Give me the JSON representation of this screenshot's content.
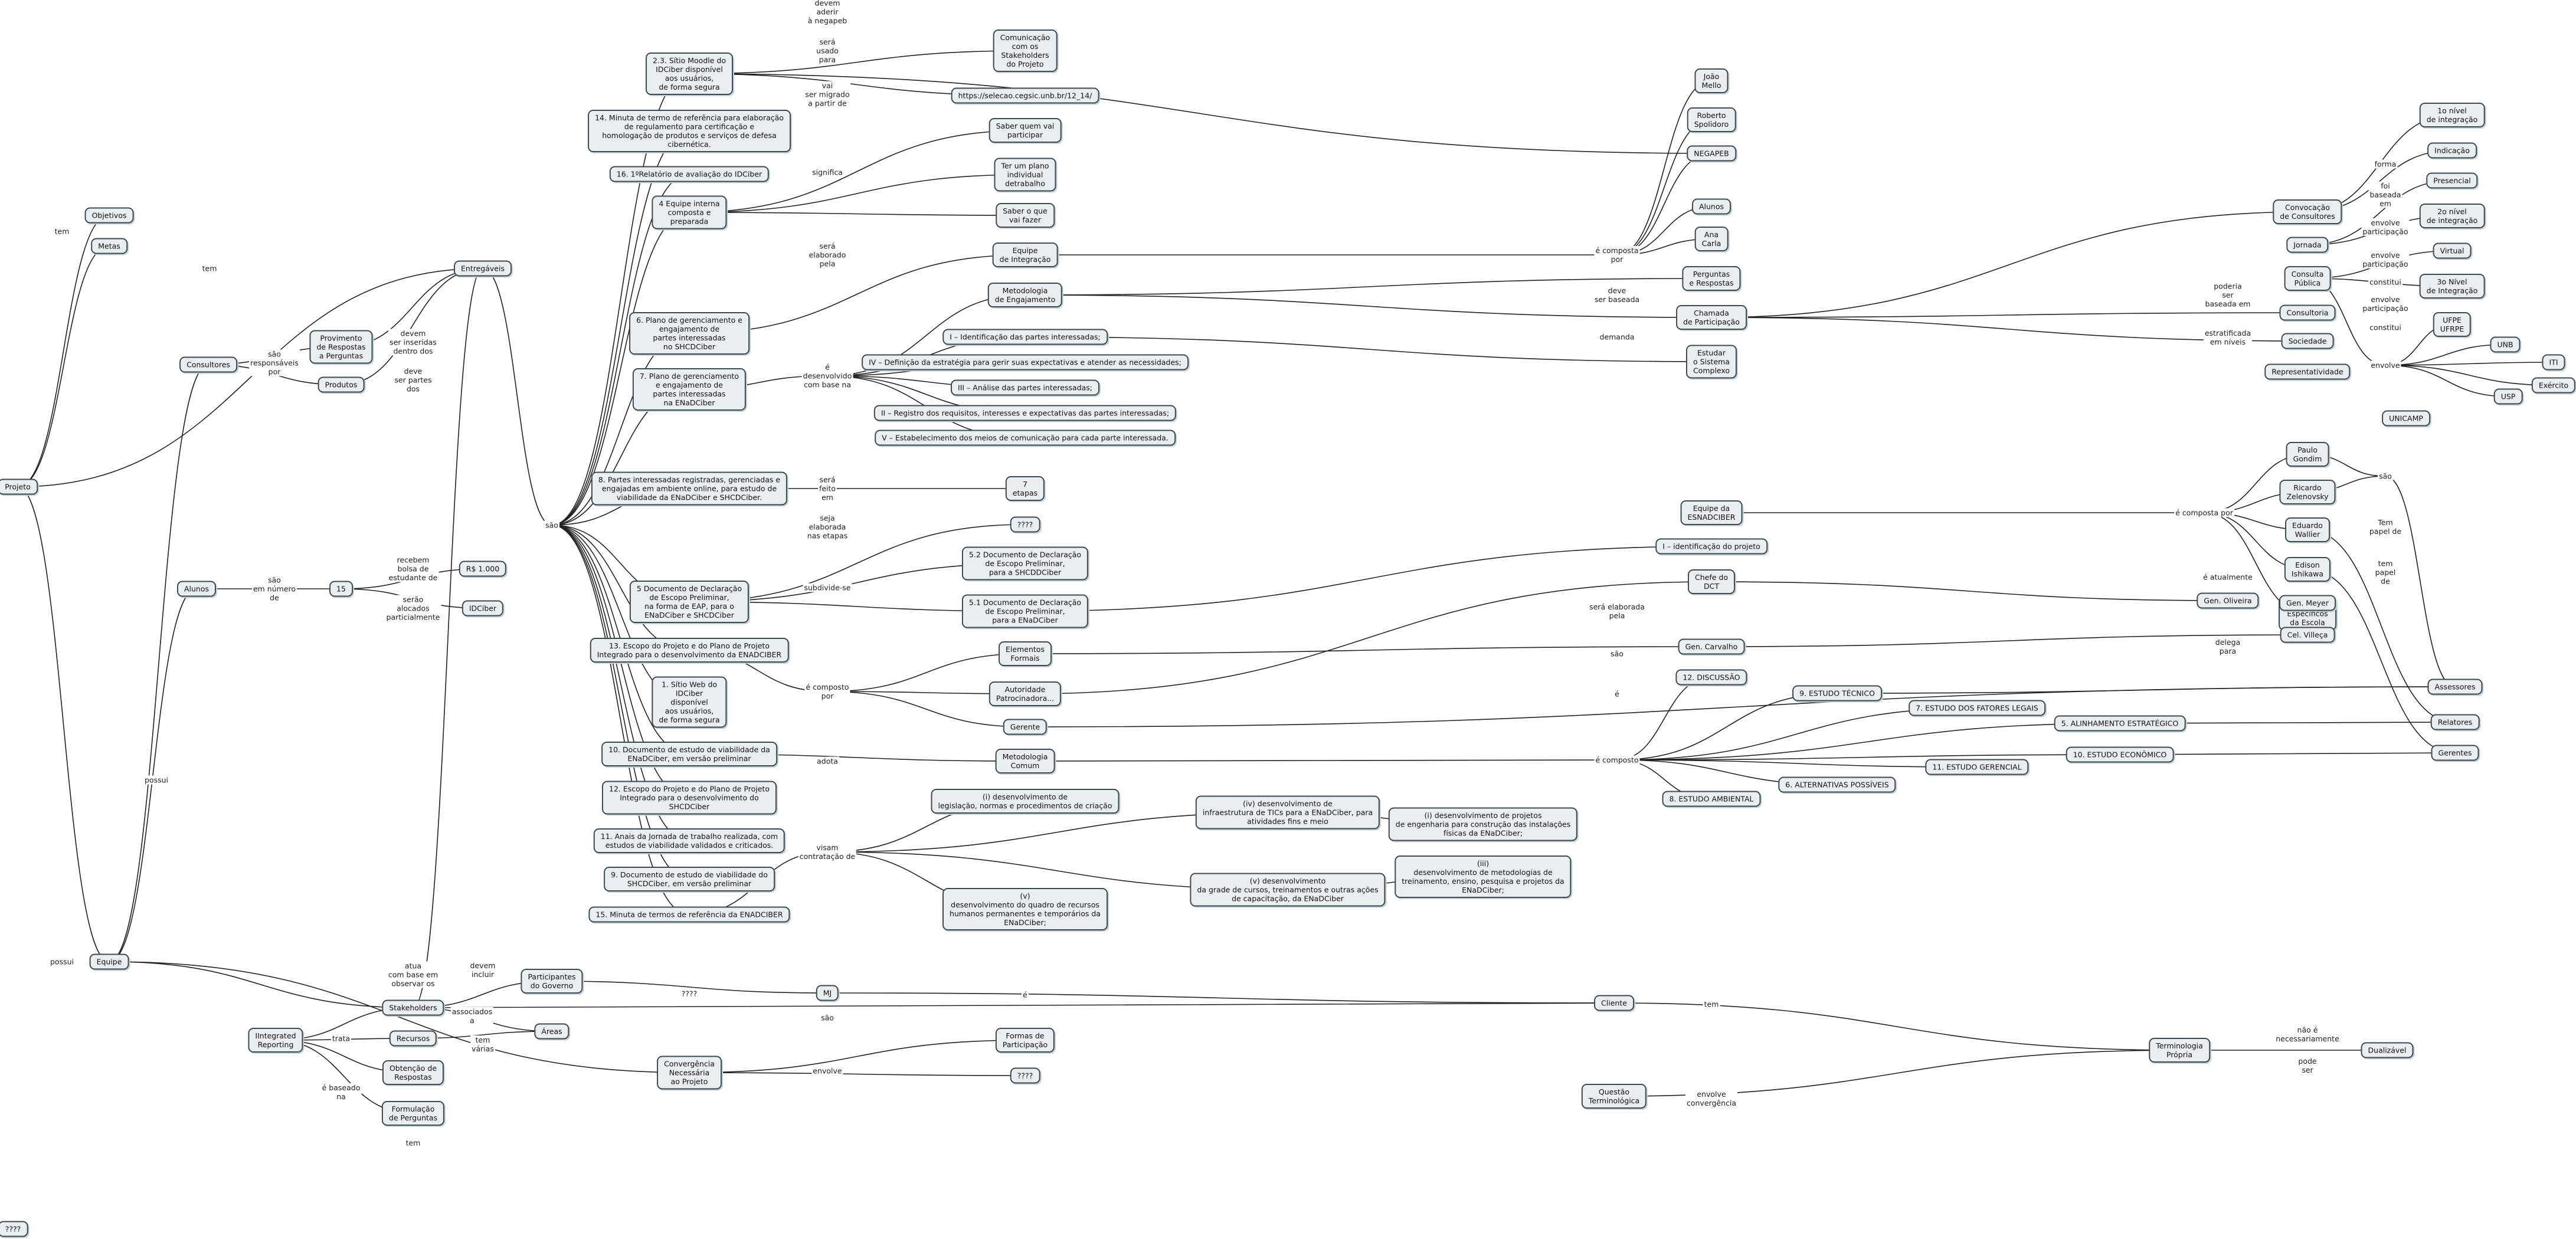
{
  "nodes": [
    {
      "id": "projeto",
      "text": "Projeto"
    },
    {
      "id": "objetivos",
      "text": "Objetivos"
    },
    {
      "id": "metas",
      "text": "Metas"
    },
    {
      "id": "entregaveis",
      "text": "Entregáveis"
    },
    {
      "id": "consultores",
      "text": "Consultores"
    },
    {
      "id": "provimento",
      "text": "Provimento\nde Respostas\na Perguntas"
    },
    {
      "id": "produtos",
      "text": "Produtos"
    },
    {
      "id": "alunos",
      "text": "Alunos"
    },
    {
      "id": "n15",
      "text": "15"
    },
    {
      "id": "rs1000",
      "text": "R$ 1.000"
    },
    {
      "id": "idciber",
      "text": "IDCiber"
    },
    {
      "id": "equipe",
      "text": "Equipe"
    },
    {
      "id": "stakeholders",
      "text": "Stakeholders"
    },
    {
      "id": "participantes",
      "text": "Participantes\ndo Governo"
    },
    {
      "id": "areas",
      "text": "Áreas"
    },
    {
      "id": "ir",
      "text": "IIntegrated\nReporting"
    },
    {
      "id": "recursos",
      "text": "Recursos"
    },
    {
      "id": "obtencao",
      "text": "Obtenção de\nRespostas"
    },
    {
      "id": "formulacao",
      "text": "Formulação\nde Perguntas"
    },
    {
      "id": "convergencia",
      "text": "Convergência\nNecessária\nao Projeto"
    },
    {
      "id": "formas",
      "text": "Formas de\nParticipação"
    },
    {
      "id": "q_bottom",
      "text": "????"
    },
    {
      "id": "mj",
      "text": "MJ"
    },
    {
      "id": "cliente",
      "text": "Cliente"
    },
    {
      "id": "questao",
      "text": "Questão\nTerminológica"
    },
    {
      "id": "terminologia",
      "text": "Terminologia\nPrópria"
    },
    {
      "id": "dualizavel",
      "text": "Dualizável"
    },
    {
      "id": "q_corner",
      "text": "????"
    },
    {
      "id": "e23",
      "text": "2.3. Sítio Moodle do\nIDCiber disponível\naos usuários,\nde forma segura"
    },
    {
      "id": "comunicacao",
      "text": "Comunicação\ncom os\nStakeholders\ndo Projeto"
    },
    {
      "id": "url",
      "text": "https://selecao.cegsic.unb.br/12_14/"
    },
    {
      "id": "e14",
      "text": "14. Minuta de termo de referência para elaboração\nde regulamento para certificação e\nhomologação de produtos e serviços de defesa\ncibernética."
    },
    {
      "id": "e16",
      "text": "16. 1ºRelatório de avaliação do IDCiber"
    },
    {
      "id": "e4",
      "text": "4 Equipe interna\ncomposta e\npreparada"
    },
    {
      "id": "saber_quem",
      "text": "Saber quem vai\nparticipar"
    },
    {
      "id": "ter_um",
      "text": "Ter um plano\nindividual\ndetrabalho"
    },
    {
      "id": "saber_o_que",
      "text": "Saber o que\nvai fazer"
    },
    {
      "id": "e6",
      "text": "6. Plano de gerenciamento e\nengajamento de\npartes interessadas\nno SHCDCiber"
    },
    {
      "id": "e7",
      "text": "7. Plano de gerenciamento\ne engajamento de\npartes interessadas\nna ENaDCiber"
    },
    {
      "id": "equipe_integ",
      "text": "Equipe\nde Integração"
    },
    {
      "id": "metodologia_eng",
      "text": "Metodologia\nde Engajamento"
    },
    {
      "id": "step1",
      "text": "I – Identificação das partes interessadas;"
    },
    {
      "id": "step4",
      "text": "IV – Definição da estratégia para gerir suas expectativas e atender as necessidades;"
    },
    {
      "id": "step3",
      "text": "III – Análise das partes interessadas;"
    },
    {
      "id": "step2",
      "text": "II – Registro dos requisitos, interesses e expectativas das partes interessadas;"
    },
    {
      "id": "step5",
      "text": "V – Estabelecimento dos meios de comunicação para cada parte interessada."
    },
    {
      "id": "e8",
      "text": "8. Partes interessadas registradas, gerenciadas e\nengajadas em ambiente online, para estudo de\nviabilidade da ENaDCiber e SHCDCiber."
    },
    {
      "id": "etapas",
      "text": "7\netapas"
    },
    {
      "id": "q_mid",
      "text": "????"
    },
    {
      "id": "e5",
      "text": "5 Documento de Declaração\nde Escopo Preliminar,\nna forma de EAP, para o\nENaDCiber e SHCDCiber"
    },
    {
      "id": "d52",
      "text": "5.2 Documento de Declaração\nde Escopo Preliminar,\npara a SHCDDCiber"
    },
    {
      "id": "d51",
      "text": "5.1 Documento de Declaração\nde Escopo Preliminar,\npara a ENaDCiber"
    },
    {
      "id": "e13",
      "text": "13. Escopo do Projeto e do Plano de Projeto\nIntegrado para o desenvolvimento da ENADCIBER"
    },
    {
      "id": "e1",
      "text": "1. Sítio Web do\nIDCiber\ndisponível\naos usuários,\nde forma segura"
    },
    {
      "id": "elementos",
      "text": "Elementos\nFormais"
    },
    {
      "id": "autoridade",
      "text": "Autoridade\nPatrocinadora..."
    },
    {
      "id": "gerente",
      "text": "Gerente"
    },
    {
      "id": "e10",
      "text": "10. Documento de estudo de viabilidade da\nENaDCiber, em versão preliminar"
    },
    {
      "id": "metodologia_comum",
      "text": "Metodologia\nComum"
    },
    {
      "id": "e12",
      "text": "12. Escopo do Projeto e do Plano de Projeto\nIntegrado para o desenvolvimento do\nSHCDCiber"
    },
    {
      "id": "e11",
      "text": "11. Anais da Jornada de trabalho realizada, com\nestudos de viabilidade validados e criticados."
    },
    {
      "id": "e9",
      "text": "9. Documento de estudo de viabilidade do\nSHCDCiber, em versão preliminar"
    },
    {
      "id": "e15",
      "text": "15. Minuta de termos de referência da ENADCIBER"
    },
    {
      "id": "c_i",
      "text": "(i) desenvolvimento de\nlegislação, normas e procedimentos de criação"
    },
    {
      "id": "c_iv",
      "text": "(iv) desenvolvimento de\ninfraestrutura de TICs para a ENaDCiber, para\natividades fins e meio"
    },
    {
      "id": "c_ip",
      "text": "(i) desenvolvimento de projetos\nde engenharia para construção das instalações\nfísicas da ENaDCiber;"
    },
    {
      "id": "c_v",
      "text": "(v) desenvolvimento\nda grade de cursos, treinamentos e outras ações\nde capacitação, da ENaDCiber"
    },
    {
      "id": "c_iii",
      "text": "(iii)\ndesenvolvimento de metodologias de\ntreinamento, ensino, pesquisa e projetos da\nENaDCiber;"
    },
    {
      "id": "c_vq",
      "text": "(v)\ndesenvolvimento do quadro de recursos\nhumanos permanentes e temporários da\nENaDCiber;"
    },
    {
      "id": "joao",
      "text": "João\nMello"
    },
    {
      "id": "roberto",
      "text": "Roberto\nSpolidoro"
    },
    {
      "id": "negapeb",
      "text": "NEGAPEB"
    },
    {
      "id": "alunos_r",
      "text": "Alunos"
    },
    {
      "id": "ana",
      "text": "Ana\nCarla"
    },
    {
      "id": "perguntas",
      "text": "Perguntas\ne Respostas"
    },
    {
      "id": "chamada",
      "text": "Chamada\nde Participação"
    },
    {
      "id": "estudar",
      "text": "Estudar\no Sistema\nComplexo"
    },
    {
      "id": "convocacao",
      "text": "Convocação\nde Consultores"
    },
    {
      "id": "jornada",
      "text": "Jornada"
    },
    {
      "id": "consulta",
      "text": "Consulta\nPública"
    },
    {
      "id": "consultoria",
      "text": "Consultoria"
    },
    {
      "id": "sociedade",
      "text": "Sociedade"
    },
    {
      "id": "representatividade",
      "text": "Representatividade"
    },
    {
      "id": "nivel1",
      "text": "1o nível\nde integração"
    },
    {
      "id": "indicacao",
      "text": "Indicação"
    },
    {
      "id": "presencial",
      "text": "Presencial"
    },
    {
      "id": "nivel2",
      "text": "2o nível\nde integração"
    },
    {
      "id": "virtual",
      "text": "Virtual"
    },
    {
      "id": "nivel3",
      "text": "3o Nível\nde Integração"
    },
    {
      "id": "ufpe",
      "text": "UFPE\nUFRPE"
    },
    {
      "id": "unb",
      "text": "UNB"
    },
    {
      "id": "ita",
      "text": "ITI"
    },
    {
      "id": "exercito",
      "text": "Exército"
    },
    {
      "id": "usp",
      "text": "USP"
    },
    {
      "id": "unicamp",
      "text": "UNICAMP"
    },
    {
      "id": "paulo",
      "text": "Paulo\nGondim"
    },
    {
      "id": "ricardo",
      "text": "Ricardo\nZelenovsky"
    },
    {
      "id": "eduardo",
      "text": "Eduardo\nWallier"
    },
    {
      "id": "edison",
      "text": "Edison\nIshikawa"
    },
    {
      "id": "consultores_esp",
      "text": "Consultores\nEspecíficos\nda Escola"
    },
    {
      "id": "equipe_esna",
      "text": "Equipe da\nESNADCIBER"
    },
    {
      "id": "ident_projeto",
      "text": "I – identificação do projeto"
    },
    {
      "id": "chefe",
      "text": "Chefe do\nDCT"
    },
    {
      "id": "gen_oliveira",
      "text": "Gen. Oliveira"
    },
    {
      "id": "gen_meyer",
      "text": "Gen. Meyer"
    },
    {
      "id": "gen_carvalho",
      "text": "Gen. Carvalho"
    },
    {
      "id": "cel_villeca",
      "text": "Cel. Villeça"
    },
    {
      "id": "discussao",
      "text": "12. DISCUSSÃO"
    },
    {
      "id": "tecnico",
      "text": "9. ESTUDO TÉCNICO"
    },
    {
      "id": "fatores",
      "text": "7. ESTUDO DOS FATORES LEGAIS"
    },
    {
      "id": "alinhamento",
      "text": "5. ALINHAMENTO ESTRATÉGICO"
    },
    {
      "id": "economico",
      "text": "10. ESTUDO ECONÔMICO"
    },
    {
      "id": "gerencial",
      "text": "11. ESTUDO GERENCIAL"
    },
    {
      "id": "alternativas",
      "text": "6. ALTERNATIVAS POSSÍVEIS"
    },
    {
      "id": "ambiental",
      "text": "8. ESTUDO AMBIENTAL"
    },
    {
      "id": "assessores",
      "text": "Assessores"
    },
    {
      "id": "relatores",
      "text": "Relatores"
    },
    {
      "id": "gerentes",
      "text": "Gerentes"
    }
  ],
  "labels": [
    {
      "id": "l_tem1",
      "text": "tem"
    },
    {
      "id": "l_tem2",
      "text": "tem"
    },
    {
      "id": "l_possui1",
      "text": "possui"
    },
    {
      "id": "l_possui2",
      "text": "possui"
    },
    {
      "id": "l_sao_resp",
      "text": "são\nresponsáveis\npor"
    },
    {
      "id": "l_devem_ser",
      "text": "devem\nser inseridas\ndentro dos"
    },
    {
      "id": "l_deve_ser",
      "text": "deve\nser partes\ndos"
    },
    {
      "id": "l_sao_numero",
      "text": "são\nem número\nde"
    },
    {
      "id": "l_recebem",
      "text": "recebem\nbolsa de\nestudante de"
    },
    {
      "id": "l_serao",
      "text": "serão\nalocados\nparticialmente"
    },
    {
      "id": "l_atua",
      "text": "atua\ncom base em\nobservar os"
    },
    {
      "id": "l_devem_incluir",
      "text": "devem\nincluir"
    },
    {
      "id": "l_associados",
      "text": "associados\na"
    },
    {
      "id": "l_tem_varias",
      "text": "tem\nvárias"
    },
    {
      "id": "l_trata",
      "text": "trata"
    },
    {
      "id": "l_baseado",
      "text": "é baseado\nna"
    },
    {
      "id": "l_tem_bottom",
      "text": "tem"
    },
    {
      "id": "l_envolve_conv",
      "text": "envolve"
    },
    {
      "id": "l_q4",
      "text": "????"
    },
    {
      "id": "l_e_mj",
      "text": "é"
    },
    {
      "id": "l_sao_stake",
      "text": "são"
    },
    {
      "id": "l_tem_cliente",
      "text": "tem"
    },
    {
      "id": "l_envolve_conv2",
      "text": "envolve\nconvergência"
    },
    {
      "id": "l_nao_e",
      "text": "não é\nnecessariamente"
    },
    {
      "id": "l_pode",
      "text": "pode\nser"
    },
    {
      "id": "l_sao_ent",
      "text": "são"
    },
    {
      "id": "l_devem_aderir",
      "text": "devem\naderir\nà negapeb"
    },
    {
      "id": "l_sera_usado",
      "text": "será\nusado\npara"
    },
    {
      "id": "l_vai_migrado",
      "text": "vai\nser migrado\na partir de"
    },
    {
      "id": "l_significa",
      "text": "significa"
    },
    {
      "id": "l_sera_elab",
      "text": "será\nelaborado\npela"
    },
    {
      "id": "l_e_desenv",
      "text": "é\ndesenvolvido\ncom base na"
    },
    {
      "id": "l_sera_feito",
      "text": "será\nfeito\nem"
    },
    {
      "id": "l_seja_elab",
      "text": "seja\nelaborada\nnas etapas"
    },
    {
      "id": "l_subdivide",
      "text": "subdivide-se"
    },
    {
      "id": "l_composto",
      "text": "é composto\npor"
    },
    {
      "id": "l_adota",
      "text": "adota"
    },
    {
      "id": "l_visam",
      "text": "visam\ncontratação de"
    },
    {
      "id": "l_e_composta1",
      "text": "é composta\npor"
    },
    {
      "id": "l_deve_baseada",
      "text": "deve\nser baseada"
    },
    {
      "id": "l_demanda",
      "text": "demanda"
    },
    {
      "id": "l_sera_elab2",
      "text": "será elaborada\npela"
    },
    {
      "id": "l_sao_right",
      "text": "são"
    },
    {
      "id": "l_e_right",
      "text": "é"
    },
    {
      "id": "l_e_composto2",
      "text": "é composto"
    },
    {
      "id": "l_e_composta2",
      "text": "é composta por"
    },
    {
      "id": "l_e_atualmente",
      "text": "é atualmente"
    },
    {
      "id": "l_delega",
      "text": "delega\npara"
    },
    {
      "id": "l_poderia",
      "text": "poderia\nser\nbaseada em"
    },
    {
      "id": "l_estratificada",
      "text": "estratificada\nem níveis"
    },
    {
      "id": "l_forma",
      "text": "forma"
    },
    {
      "id": "l_foi_baseada",
      "text": "foi\nbaseada\nem"
    },
    {
      "id": "l_envolve_p1",
      "text": "envolve\nparticipação"
    },
    {
      "id": "l_envolve_p2",
      "text": "envolve\nparticipação"
    },
    {
      "id": "l_constitui1",
      "text": "constitui"
    },
    {
      "id": "l_envolve_p3",
      "text": "envolve\nparticipação"
    },
    {
      "id": "l_constitui2",
      "text": "constitui"
    },
    {
      "id": "l_envolve_u",
      "text": "envolve"
    },
    {
      "id": "l_sao_pessoas",
      "text": "são"
    },
    {
      "id": "l_tem_papel1",
      "text": "Tem\npapel de"
    },
    {
      "id": "l_tem_papel2",
      "text": "tem\npapel\nde"
    }
  ]
}
